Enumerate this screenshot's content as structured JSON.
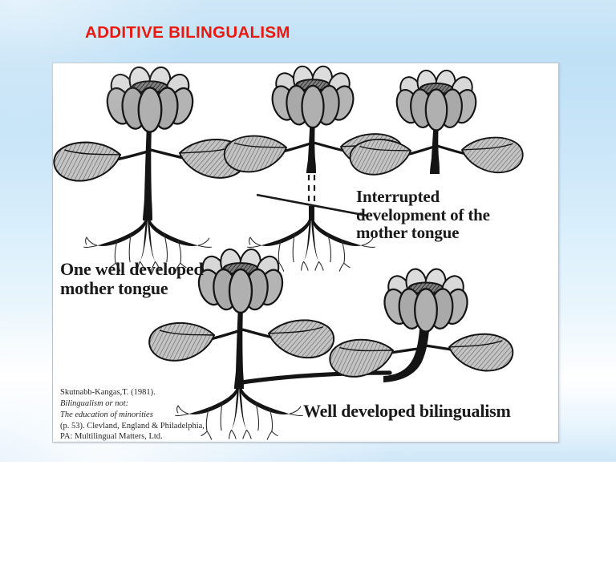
{
  "slide": {
    "title": "ADDITIVE BILINGUALISM",
    "title_color": "#e8190f",
    "background_color": "#cfe8f8"
  },
  "figure": {
    "labels": {
      "one_well_developed_mother_tongue": "One well developed\nmother tongue",
      "interrupted_development": "Interrupted\ndevelopment of the\nmother tongue",
      "well_developed_bilingualism": "Well developed bilingualism"
    },
    "citation": {
      "line1": "Skutnabb-Kangas,T. (1981).",
      "line2": "Bilingualism or not:",
      "line3": "The education of minorities",
      "line4": "(p. 53). Clevland, England & Philadelphia,",
      "line5": "PA: Multilingual Matters, Ltd."
    },
    "colors": {
      "ink": "#141414",
      "petal_front": "#a8a8a8",
      "petal_back": "#cfcfcf",
      "leaf_fill": "#bdbdbd",
      "center_dark": "#5a5a5a",
      "paper": "#ffffff"
    },
    "plants": [
      {
        "name": "plant-left-full",
        "description": "full plant with bloom, two leaves, thick stem and roots",
        "has_roots": true,
        "stem_broken": false
      },
      {
        "name": "plant-middle-broken",
        "description": "plant with bloom and leaves, stem severed by diagonal cut, dashed gap, roots below",
        "has_roots": true,
        "stem_broken": true
      },
      {
        "name": "plant-right-cut",
        "description": "bloom with two leaves and short cut stem, no roots",
        "has_roots": false,
        "stem_broken": false
      },
      {
        "name": "plant-bottom-left-bilingual",
        "description": "full plant with roots, horizontal branch extending right",
        "has_roots": true,
        "stem_broken": false
      },
      {
        "name": "plant-bottom-right-bilingual",
        "description": "bloom with two leaves on curved stem joined to the left plant root system",
        "has_roots": false,
        "stem_broken": false
      }
    ]
  }
}
